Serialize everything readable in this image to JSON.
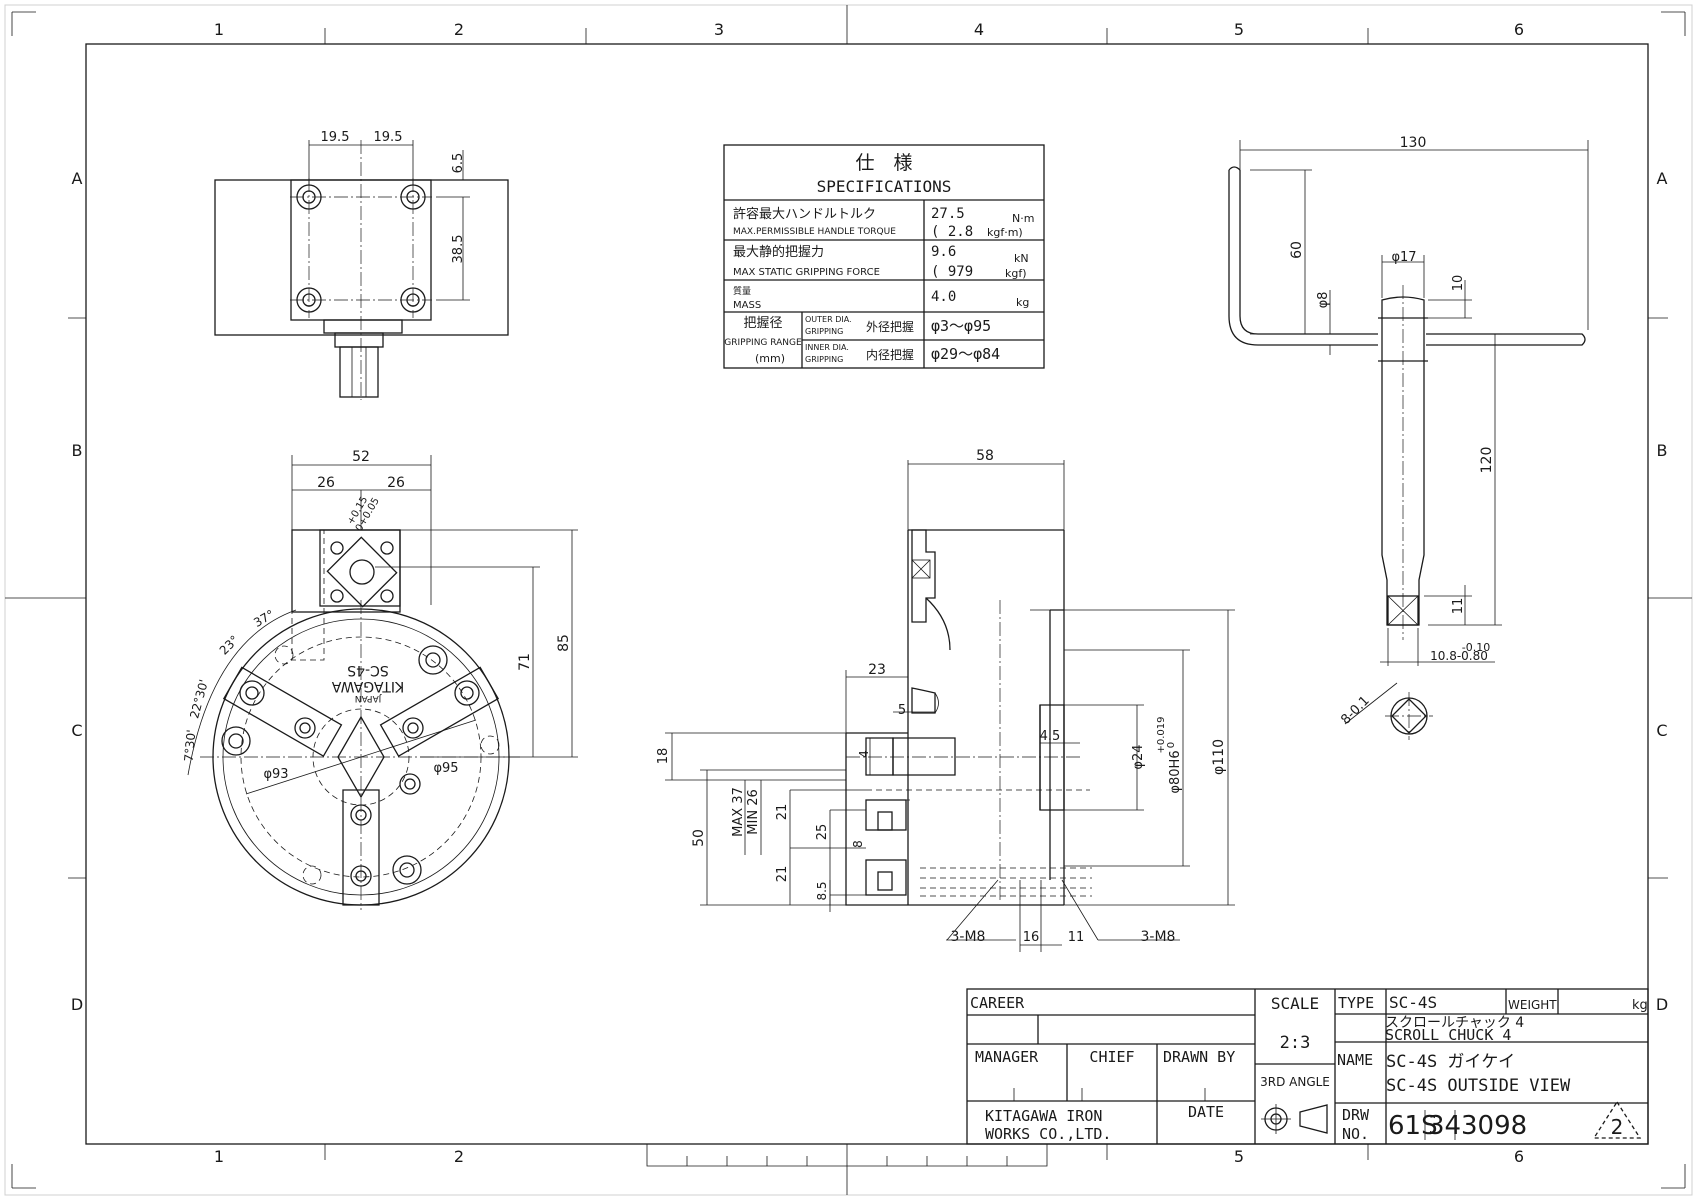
{
  "grid": {
    "columns": [
      "1",
      "2",
      "3",
      "4",
      "5",
      "6"
    ],
    "rows": [
      "A",
      "B",
      "C",
      "D"
    ]
  },
  "specifications": {
    "title_jp": "仕　様",
    "title_en": "SPECIFICATIONS",
    "rows": [
      {
        "label_jp": "許容最大ハンドルトルク",
        "label_en": "MAX.PERMISSIBLE HANDLE TORQUE",
        "value1": "27.5",
        "unit1": "N·m",
        "value2": "( 2.8",
        "unit2": "kgf·m)"
      },
      {
        "label_jp": "最大静的把握力",
        "label_en": "MAX STATIC GRIPPING FORCE",
        "value1": "9.6",
        "unit1": "kN",
        "value2": "( 979",
        "unit2": "kgf)"
      },
      {
        "label_jp": "質量",
        "label_en": "MASS",
        "value1": "4.0",
        "unit1": "kg"
      }
    ],
    "gripping": {
      "label_jp": "把握径",
      "label_en": "GRIPPING RANGE",
      "unit": "(mm)",
      "outer_en": "OUTER DIA.",
      "outer_en2": "GRIPPING",
      "outer_jp": "外径把握",
      "outer_value": "φ3～φ95",
      "inner_en": "INNER DIA.",
      "inner_en2": "GRIPPING",
      "inner_jp": "内径把握",
      "inner_value": "φ29～φ84"
    }
  },
  "top_view_dims": {
    "d1": "19.5",
    "d2": "19.5",
    "d3": "6.5",
    "d4": "38.5"
  },
  "front_view_dims": {
    "d52": "52",
    "d26a": "26",
    "d26b": "26",
    "tol": "+0.15",
    "tol2": "0+0.05",
    "d85": "85",
    "d71": "71",
    "a37": "37°",
    "a23": "23°",
    "a2230": "22°30'",
    "a730": "7°30'",
    "phi93": "φ93",
    "phi95": "φ95",
    "label_sc": "SC-4S",
    "label_kitagawa": "KITAGAWA",
    "label_japan": "JAPAN"
  },
  "side_view_dims": {
    "d58": "58",
    "d23": "23",
    "d5": "5",
    "d4": "4",
    "d45": "4.5",
    "d18": "18",
    "d50": "50",
    "max": "MAX 37",
    "min": "MIN 26",
    "d21a": "21",
    "d25": "25",
    "d8": "8",
    "d21b": "21",
    "d85": "8.5",
    "phi24": "φ24",
    "phi80": "φ80H6",
    "phi80tol": "+0.019",
    "phi80tol2": "0",
    "phi110": "φ110",
    "m8a": "3-M8",
    "d16": "16",
    "d11": "11",
    "m8b": "3-M8"
  },
  "handle_dims": {
    "d130": "130",
    "d60": "60",
    "phi17": "φ17",
    "d10": "10",
    "phi8": "φ8",
    "d120": "120",
    "d11": "11",
    "tol_a": "-0.10",
    "tol_b": "10.8-0.80",
    "d8": "8-0.1"
  },
  "title_block": {
    "career": "CAREER",
    "manager": "MANAGER",
    "chief": "CHIEF",
    "drawn_by": "DRAWN BY",
    "date": "DATE",
    "company1": "KITAGAWA IRON",
    "company2": "WORKS CO.,LTD.",
    "scale_label": "SCALE",
    "scale_value": "2:3",
    "angle": "3RD ANGLE",
    "type_label": "TYPE",
    "type_value": "SC-4S",
    "weight_label": "WEIGHT",
    "weight_unit": "kg",
    "name_label": "NAME",
    "name_jp": "スクロールチャック 4",
    "name_en": "SCROLL CHUCK 4",
    "name_line2": "SC-4S ガイケイ",
    "name_line3": "SC-4S OUTSIDE VIEW",
    "drw_label1": "DRW",
    "drw_label2": "NO.",
    "drw_a": "61S",
    "drw_b": "34",
    "drw_c": "3098",
    "revision": "2"
  }
}
